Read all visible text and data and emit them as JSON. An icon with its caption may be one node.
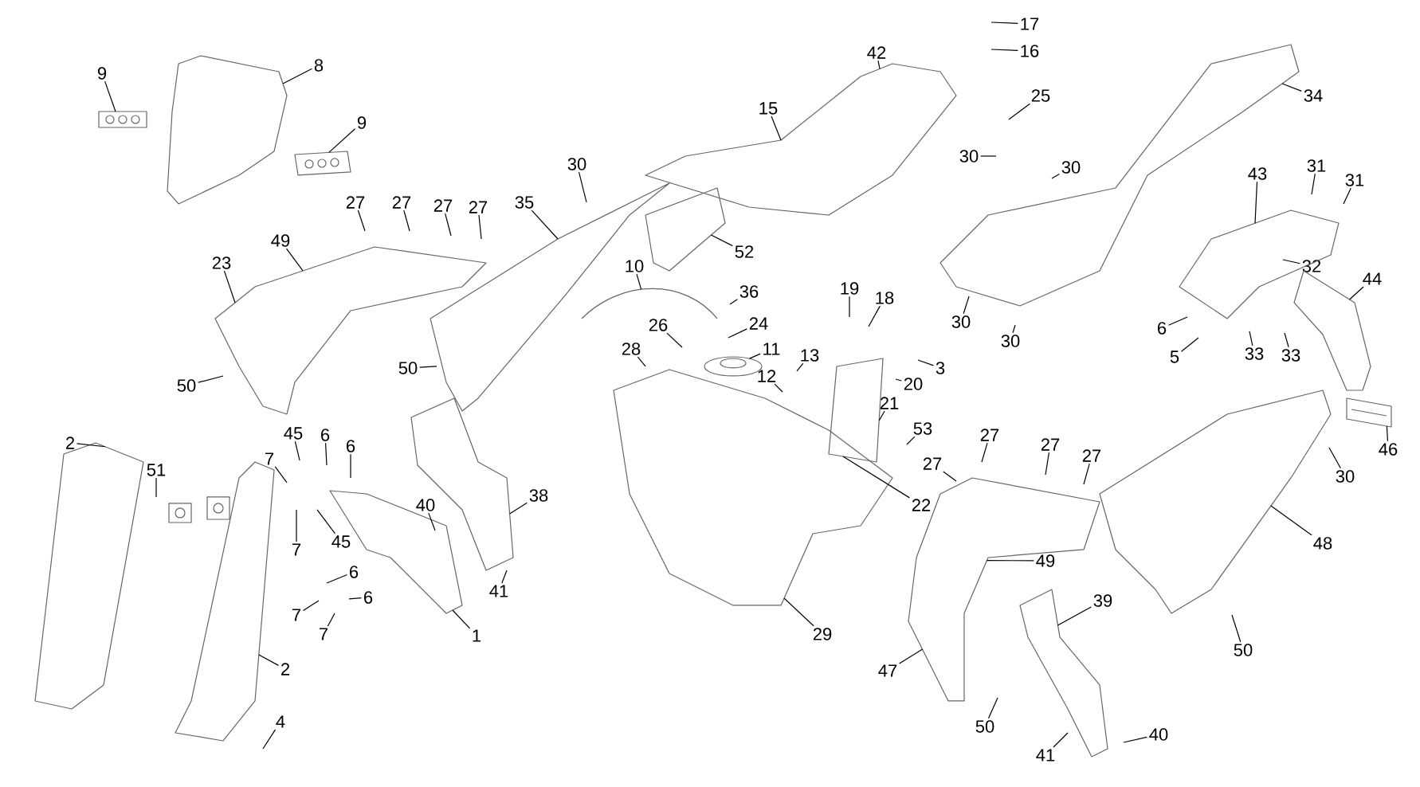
{
  "diagram": {
    "nodes": [
      {
        "text": [
          "9"
        ]
      },
      {
        "text": [
          "8"
        ]
      },
      {
        "text": [
          "9"
        ]
      },
      {
        "text": [
          "27"
        ]
      },
      {
        "text": [
          "27"
        ]
      },
      {
        "text": [
          "27"
        ]
      },
      {
        "text": [
          "27"
        ]
      },
      {
        "text": [
          "35"
        ]
      },
      {
        "text": [
          "30"
        ]
      },
      {
        "text": [
          "49"
        ]
      },
      {
        "text": [
          "23"
        ]
      },
      {
        "text": [
          "50"
        ]
      },
      {
        "text": [
          "50"
        ]
      },
      {
        "text": [
          "10"
        ]
      },
      {
        "text": [
          "26"
        ]
      },
      {
        "text": [
          "28"
        ]
      },
      {
        "text": [
          "36"
        ]
      },
      {
        "text": [
          "24"
        ]
      },
      {
        "text": [
          "11"
        ]
      },
      {
        "text": [
          "13"
        ]
      },
      {
        "text": [
          "12"
        ]
      },
      {
        "text": [
          "19"
        ]
      },
      {
        "text": [
          "18"
        ]
      },
      {
        "text": [
          "3"
        ]
      },
      {
        "text": [
          "20"
        ]
      },
      {
        "text": [
          "21"
        ]
      },
      {
        "text": [
          "22"
        ]
      },
      {
        "text": [
          "53"
        ]
      },
      {
        "text": [
          "42"
        ]
      },
      {
        "text": [
          "15"
        ]
      },
      {
        "text": [
          "17"
        ]
      },
      {
        "text": [
          "16"
        ]
      },
      {
        "text": [
          "25"
        ]
      },
      {
        "text": [
          "34"
        ]
      },
      {
        "text": [
          "30"
        ]
      },
      {
        "text": [
          "30"
        ]
      },
      {
        "text": [
          "30"
        ]
      },
      {
        "text": [
          "30"
        ]
      },
      {
        "text": [
          "43"
        ]
      },
      {
        "text": [
          "31"
        ]
      },
      {
        "text": [
          "31"
        ]
      },
      {
        "text": [
          "32"
        ]
      },
      {
        "text": [
          "44"
        ]
      },
      {
        "text": [
          "6"
        ]
      },
      {
        "text": [
          "5"
        ]
      },
      {
        "text": [
          "33"
        ]
      },
      {
        "text": [
          "33"
        ]
      },
      {
        "text": [
          "46"
        ]
      },
      {
        "text": [
          "30"
        ]
      },
      {
        "text": [
          "48"
        ]
      },
      {
        "text": [
          "50"
        ]
      },
      {
        "text": [
          "2"
        ]
      },
      {
        "text": [
          "51"
        ]
      },
      {
        "text": [
          "7"
        ]
      },
      {
        "text": [
          "45"
        ]
      },
      {
        "text": [
          "6"
        ]
      },
      {
        "text": [
          "6"
        ]
      },
      {
        "text": [
          "7"
        ]
      },
      {
        "text": [
          "45"
        ]
      },
      {
        "text": [
          "6"
        ]
      },
      {
        "text": [
          "6"
        ]
      },
      {
        "text": [
          "7"
        ]
      },
      {
        "text": [
          "7"
        ]
      },
      {
        "text": [
          "1"
        ]
      },
      {
        "text": [
          "2"
        ]
      },
      {
        "text": [
          "4"
        ]
      },
      {
        "text": [
          "40"
        ]
      },
      {
        "text": [
          "38"
        ]
      },
      {
        "text": [
          "41"
        ]
      },
      {
        "text": [
          "52"
        ]
      },
      {
        "text": [
          "29"
        ]
      },
      {
        "text": [
          "27"
        ]
      },
      {
        "text": [
          "27"
        ]
      },
      {
        "text": [
          "27"
        ]
      },
      {
        "text": [
          "27"
        ]
      },
      {
        "text": [
          "49"
        ]
      },
      {
        "text": [
          "47"
        ]
      },
      {
        "text": [
          "50"
        ]
      },
      {
        "text": [
          "39"
        ]
      },
      {
        "text": [
          "41"
        ]
      },
      {
        "text": [
          "40"
        ]
      },
      {
        "text": [],
        "shape": "picture"
      },
      {
        "text": [],
        "shape": "picture"
      },
      {
        "text": [],
        "shape": "picture"
      },
      {
        "text": [],
        "shape": "picture"
      },
      {
        "text": [],
        "shape": "picture"
      },
      {
        "text": [],
        "shape": "picture"
      },
      {
        "text": [],
        "shape": "picture"
      },
      {
        "text": [],
        "shape": "picture"
      },
      {
        "text": [],
        "shape": "picture"
      },
      {
        "text": [],
        "shape": "picture"
      },
      {
        "text": [],
        "shape": "picture"
      },
      {
        "text": [],
        "shape": "picture"
      },
      {
        "text": [],
        "shape": "picture"
      },
      {
        "text": [],
        "shape": "picture"
      },
      {
        "text": [],
        "shape": "picture"
      },
      {
        "text": [],
        "shape": "picture"
      },
      {
        "text": [],
        "shape": "picture"
      },
      {
        "text": [],
        "shape": "picture"
      },
      {
        "text": [],
        "shape": "picture"
      },
      {
        "text": [],
        "shape": "picture"
      },
      {
        "text": [],
        "shape": "picture"
      },
      {
        "text": [],
        "shape": "picture"
      },
      {
        "text": [],
        "shape": "picture"
      },
      {
        "text": [],
        "shape": "picture"
      }
    ],
    "edges": [
      {
        "from": 0,
        "to": 82,
        "arrow": "none"
      },
      {
        "from": 1,
        "to": 81,
        "arrow": "none"
      },
      {
        "from": 2,
        "to": 83,
        "arrow": "none"
      },
      {
        "from": 3,
        "to": null,
        "arrow": "none"
      },
      {
        "from": 4,
        "to": null,
        "arrow": "none"
      },
      {
        "from": 5,
        "to": null,
        "arrow": "none"
      },
      {
        "from": 6,
        "to": null,
        "arrow": "none"
      },
      {
        "from": 7,
        "to": 85,
        "arrow": "none"
      },
      {
        "from": 8,
        "to": null,
        "arrow": "none"
      },
      {
        "from": 9,
        "to": 84,
        "arrow": "none"
      },
      {
        "from": 10,
        "to": 84,
        "arrow": "none"
      },
      {
        "from": 11,
        "to": null,
        "arrow": "none"
      },
      {
        "from": 12,
        "to": null,
        "arrow": "none"
      },
      {
        "from": 13,
        "to": 103,
        "arrow": "none"
      },
      {
        "from": 14,
        "to": null,
        "arrow": "none"
      },
      {
        "from": 15,
        "to": null,
        "arrow": "none"
      },
      {
        "from": 16,
        "to": null,
        "arrow": "none"
      },
      {
        "from": 17,
        "to": null,
        "arrow": "none"
      },
      {
        "from": 18,
        "to": 104,
        "arrow": "none"
      },
      {
        "from": 19,
        "to": null,
        "arrow": "none"
      },
      {
        "from": 20,
        "to": null,
        "arrow": "none"
      },
      {
        "from": 21,
        "to": null,
        "arrow": "none"
      },
      {
        "from": 22,
        "to": null,
        "arrow": "none"
      },
      {
        "from": 23,
        "to": null,
        "arrow": "none"
      },
      {
        "from": 24,
        "to": null,
        "arrow": "none"
      },
      {
        "from": 25,
        "to": 93,
        "arrow": "none"
      },
      {
        "from": 26,
        "to": 93,
        "arrow": "none"
      },
      {
        "from": 27,
        "to": null,
        "arrow": "none"
      },
      {
        "from": 28,
        "to": 87,
        "arrow": "none"
      },
      {
        "from": 29,
        "to": 87,
        "arrow": "none"
      },
      {
        "from": 30,
        "to": null,
        "arrow": "none"
      },
      {
        "from": 31,
        "to": null,
        "arrow": "none"
      },
      {
        "from": 32,
        "to": null,
        "arrow": "none"
      },
      {
        "from": 33,
        "to": 88,
        "arrow": "none"
      },
      {
        "from": 34,
        "to": null,
        "arrow": "none"
      },
      {
        "from": 35,
        "to": null,
        "arrow": "none"
      },
      {
        "from": 36,
        "to": null,
        "arrow": "none"
      },
      {
        "from": 37,
        "to": null,
        "arrow": "none"
      },
      {
        "from": 38,
        "to": 89,
        "arrow": "none"
      },
      {
        "from": 39,
        "to": null,
        "arrow": "none"
      },
      {
        "from": 40,
        "to": null,
        "arrow": "none"
      },
      {
        "from": 41,
        "to": null,
        "arrow": "none"
      },
      {
        "from": 42,
        "to": 90,
        "arrow": "none"
      },
      {
        "from": 43,
        "to": null,
        "arrow": "none"
      },
      {
        "from": 44,
        "to": null,
        "arrow": "none"
      },
      {
        "from": 45,
        "to": null,
        "arrow": "none"
      },
      {
        "from": 46,
        "to": null,
        "arrow": "none"
      },
      {
        "from": 47,
        "to": 91,
        "arrow": "none"
      },
      {
        "from": 48,
        "to": null,
        "arrow": "none"
      },
      {
        "from": 49,
        "to": 94,
        "arrow": "none"
      },
      {
        "from": 50,
        "to": null,
        "arrow": "none"
      },
      {
        "from": 51,
        "to": 98,
        "arrow": "none"
      },
      {
        "from": 52,
        "to": null,
        "arrow": "none"
      },
      {
        "from": 53,
        "to": null,
        "arrow": "none"
      },
      {
        "from": 54,
        "to": null,
        "arrow": "none"
      },
      {
        "from": 55,
        "to": null,
        "arrow": "none"
      },
      {
        "from": 56,
        "to": null,
        "arrow": "none"
      },
      {
        "from": 57,
        "to": null,
        "arrow": "none"
      },
      {
        "from": 58,
        "to": null,
        "arrow": "none"
      },
      {
        "from": 59,
        "to": null,
        "arrow": "none"
      },
      {
        "from": 60,
        "to": null,
        "arrow": "none"
      },
      {
        "from": 61,
        "to": null,
        "arrow": "none"
      },
      {
        "from": 62,
        "to": null,
        "arrow": "none"
      },
      {
        "from": 63,
        "to": 100,
        "arrow": "none"
      },
      {
        "from": 64,
        "to": 99,
        "arrow": "none"
      },
      {
        "from": 65,
        "to": null,
        "arrow": "none"
      },
      {
        "from": 66,
        "to": null,
        "arrow": "none"
      },
      {
        "from": 67,
        "to": 97,
        "arrow": "none"
      },
      {
        "from": 68,
        "to": null,
        "arrow": "none"
      },
      {
        "from": 69,
        "to": 86,
        "arrow": "none"
      },
      {
        "from": 70,
        "to": 92,
        "arrow": "none"
      },
      {
        "from": 71,
        "to": null,
        "arrow": "none"
      },
      {
        "from": 72,
        "to": null,
        "arrow": "none"
      },
      {
        "from": 73,
        "to": null,
        "arrow": "none"
      },
      {
        "from": 74,
        "to": null,
        "arrow": "none"
      },
      {
        "from": 75,
        "to": 95,
        "arrow": "none"
      },
      {
        "from": 76,
        "to": 95,
        "arrow": "none"
      },
      {
        "from": 77,
        "to": null,
        "arrow": "none"
      },
      {
        "from": 78,
        "to": 96,
        "arrow": "none"
      },
      {
        "from": 79,
        "to": null,
        "arrow": "none"
      },
      {
        "from": 80,
        "to": null,
        "arrow": "none"
      }
    ]
  }
}
